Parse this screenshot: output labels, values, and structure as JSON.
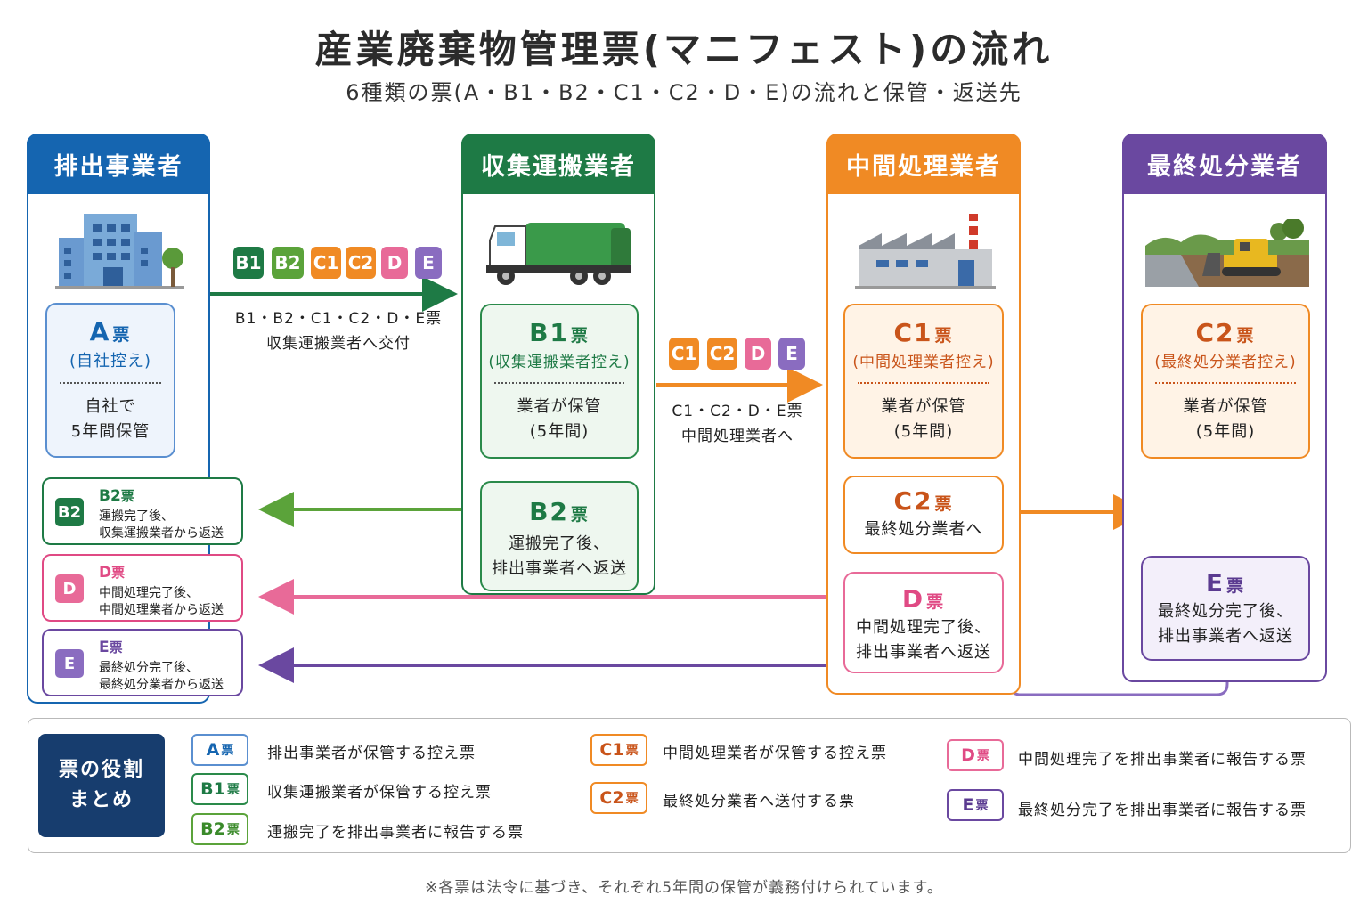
{
  "title": "産業廃棄物管理票(マニフェスト)の流れ",
  "subtitle": "6種類の票(A・B1・B2・C1・C2・D・E)の流れと保管・返送先",
  "colors": {
    "blue": "#1565b0",
    "green": "#1e7a45",
    "orange": "#f08a24",
    "purple": "#6a48a0",
    "pink": "#e04a84",
    "lime": "#5ba33a",
    "navy": "#173d6e"
  },
  "columns": {
    "emitter": "排出事業者",
    "collector": "収集運搬業者",
    "intermediate": "中間処理業者",
    "final": "最終処分業者"
  },
  "icons": {
    "emitter": "office-building-icon",
    "collector": "garbage-truck-icon",
    "intermediate": "factory-icon",
    "final": "bulldozer-landfill-icon"
  },
  "cards": {
    "A": {
      "title": "A",
      "suffix": "票",
      "sub": "(自社控え)",
      "body1": "自社で",
      "body2": "5年間保管"
    },
    "B1": {
      "title": "B1",
      "suffix": "票",
      "sub": "(収集運搬業者控え)",
      "body1": "業者が保管",
      "body2": "(5年間)"
    },
    "B2": {
      "title": "B2",
      "suffix": "票",
      "body1": "運搬完了後、",
      "body2": "排出事業者へ返送"
    },
    "C1": {
      "title": "C1",
      "suffix": "票",
      "sub": "(中間処理業者控え)",
      "body1": "業者が保管",
      "body2": "(5年間)"
    },
    "C2mid": {
      "title": "C2",
      "suffix": "票",
      "body1": "最終処分業者へ"
    },
    "D": {
      "title": "D",
      "suffix": "票",
      "body1": "中間処理完了後、",
      "body2": "排出事業者へ返送"
    },
    "C2": {
      "title": "C2",
      "suffix": "票",
      "sub": "(最終処分業者控え)",
      "body1": "業者が保管",
      "body2": "(5年間)"
    },
    "E": {
      "title": "E",
      "suffix": "票",
      "body1": "最終処分完了後、",
      "body2": "排出事業者へ返送"
    }
  },
  "left_cards": [
    {
      "chip": "B2",
      "title": "B2",
      "suffix": "票",
      "line1": "運搬完了後、",
      "line2": "収集運搬業者から返送"
    },
    {
      "chip": "D",
      "title": "D",
      "suffix": "票",
      "line1": "中間処理完了後、",
      "line2": "中間処理業者から返送"
    },
    {
      "chip": "E",
      "title": "E",
      "suffix": "票",
      "line1": "最終処分完了後、",
      "line2": "最終処分業者から返送"
    }
  ],
  "flow1": {
    "chips": [
      "B1",
      "B2",
      "C1",
      "C2",
      "D",
      "E"
    ],
    "line1": "B1・B2・C1・C2・D・E票",
    "line2": "収集運搬業者へ交付"
  },
  "flow2": {
    "chips": [
      "C1",
      "C2",
      "D",
      "E"
    ],
    "line1": "C1・C2・D・E票",
    "line2": "中間処理業者へ"
  },
  "legend": {
    "heading1": "票の役割",
    "heading2": "まとめ",
    "items": [
      {
        "chip": "A",
        "suffix": "票",
        "text": "排出事業者が保管する控え票"
      },
      {
        "chip": "B1",
        "suffix": "票",
        "text": "収集運搬業者が保管する控え票"
      },
      {
        "chip": "B2",
        "suffix": "票",
        "text": "運搬完了を排出事業者に報告する票"
      },
      {
        "chip": "C1",
        "suffix": "票",
        "text": "中間処理業者が保管する控え票"
      },
      {
        "chip": "C2",
        "suffix": "票",
        "text": "最終処分業者へ送付する票"
      },
      {
        "chip": "D",
        "suffix": "票",
        "text": "中間処理完了を排出事業者に報告する票"
      },
      {
        "chip": "E",
        "suffix": "票",
        "text": "最終処分完了を排出事業者に報告する票"
      }
    ]
  },
  "footnote": "※各票は法令に基づき、それぞれ5年間の保管が義務付けられています。"
}
